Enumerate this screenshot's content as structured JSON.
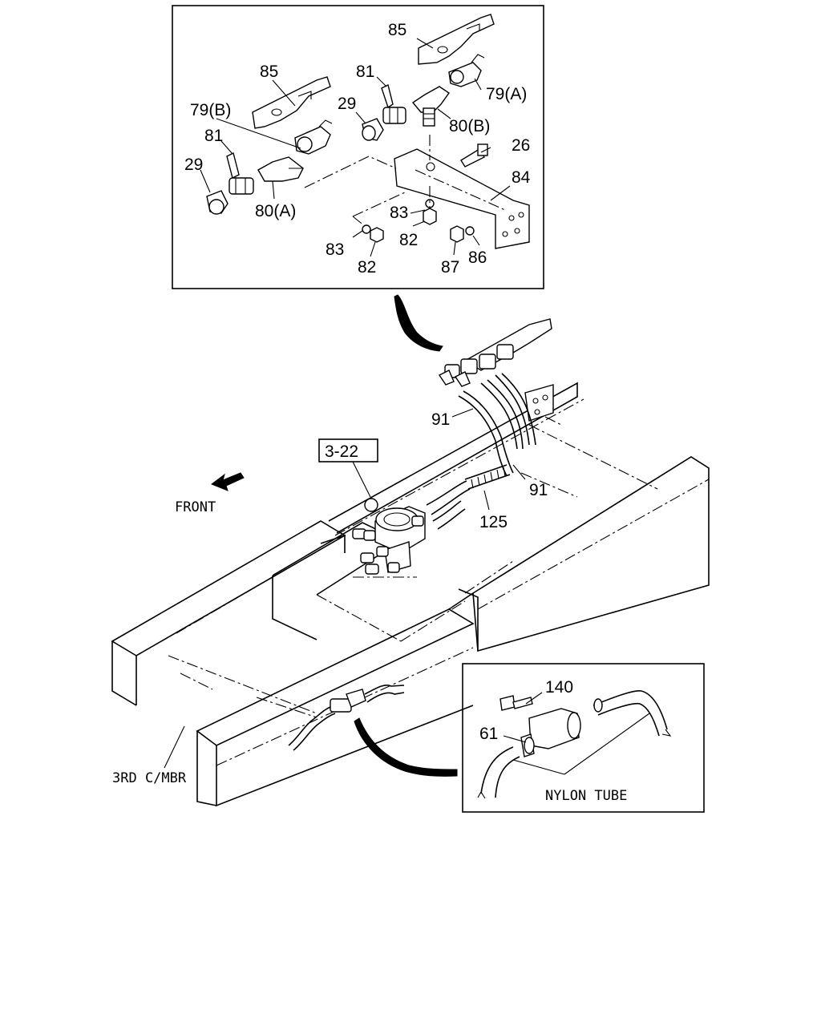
{
  "callouts": {
    "c85a": "85",
    "c85b": "85",
    "c81a": "81",
    "c81b": "81",
    "c29a": "29",
    "c29b": "29",
    "c79a": "79(A)",
    "c79b": "79(B)",
    "c80a": "80(A)",
    "c80b": "80(B)",
    "c26": "26",
    "c84": "84",
    "c83a": "83",
    "c83b": "83",
    "c82a": "82",
    "c82b": "82",
    "c87": "87",
    "c86": "86",
    "c91a": "91",
    "c91b": "91",
    "c125": "125",
    "c140": "140",
    "c61": "61"
  },
  "labels": {
    "ref_box": "3-22",
    "front": "FRONT",
    "crossmember": "3RD C/MBR",
    "nylon_tube": "NYLON TUBE"
  }
}
